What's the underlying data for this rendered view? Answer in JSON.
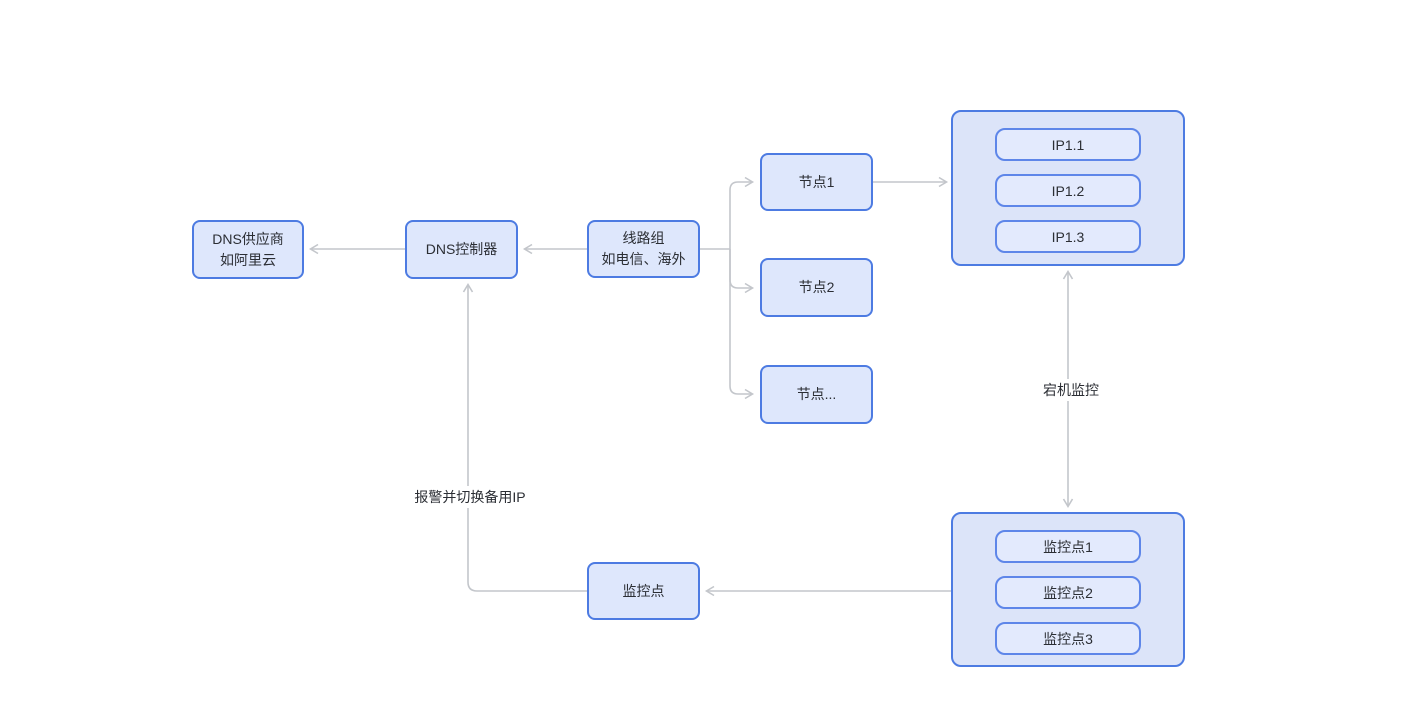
{
  "diagram": {
    "nodes": {
      "dns_provider": {
        "lines": [
          "DNS供应商",
          "如阿里云"
        ]
      },
      "dns_controller": {
        "label": "DNS控制器"
      },
      "line_group": {
        "lines": [
          "线路组",
          "如电信、海外"
        ]
      },
      "node_1": {
        "label": "节点1"
      },
      "node_2": {
        "label": "节点2"
      },
      "node_more": {
        "label": "节点..."
      },
      "ip_group": {
        "items": [
          "IP1.1",
          "IP1.2",
          "IP1.3"
        ]
      },
      "monitor_group": {
        "items": [
          "监控点1",
          "监控点2",
          "监控点3"
        ]
      },
      "monitor_point": {
        "label": "监控点"
      }
    },
    "edge_labels": {
      "host_down_monitor": "宕机监控",
      "alarm_and_switch": "报警并切换备用IP"
    },
    "colors": {
      "background": "#ffffff",
      "node_fill": "#dee7fc",
      "node_border": "#4d7be2",
      "container_fill": "#dce4f9",
      "inner_fill": "#e3eafd",
      "inner_border": "#5e86e9",
      "connector": "#c3c6cb",
      "text": "#2b2e34"
    }
  }
}
